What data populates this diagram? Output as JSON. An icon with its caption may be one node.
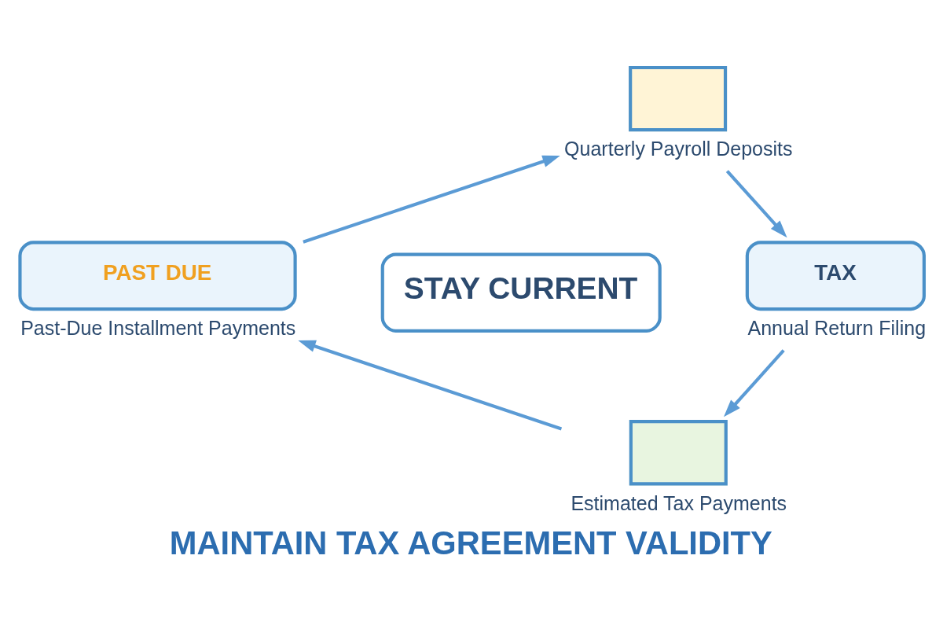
{
  "diagram": {
    "title": "MAINTAIN TAX AGREEMENT VALIDITY",
    "nodes": [
      {
        "text": [],
        "shape": "box",
        "beside": [
          "Quarterly Payroll Deposits"
        ]
      },
      {
        "text": [
          "PAST DUE"
        ],
        "beside": [
          "Past-Due Installment Payments"
        ]
      },
      {
        "text": [
          "STAY CURRENT"
        ]
      },
      {
        "text": [
          "TAX"
        ],
        "beside": [
          "Annual Return Filing"
        ]
      },
      {
        "text": [],
        "shape": "box",
        "beside": [
          "Estimated Tax Payments"
        ]
      }
    ],
    "edges": [
      {
        "from": 0,
        "to": 3,
        "arrow": "to"
      },
      {
        "from": 3,
        "to": 4,
        "arrow": "to"
      },
      {
        "from": 4,
        "to": 1,
        "arrow": "to"
      },
      {
        "from": 1,
        "to": 0,
        "arrow": "to"
      }
    ]
  }
}
